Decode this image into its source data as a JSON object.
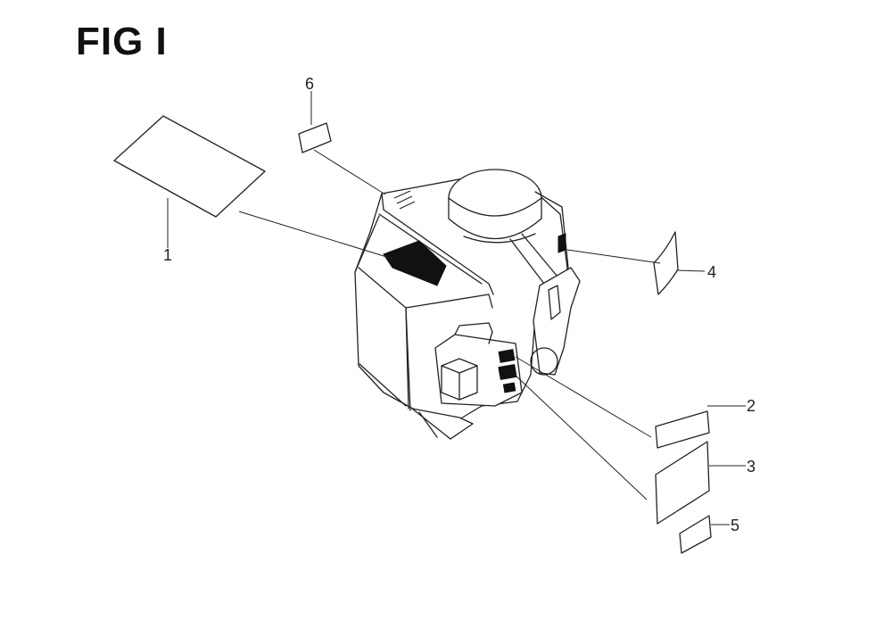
{
  "figure": {
    "title": "FIG I"
  },
  "callouts": {
    "c1": "1",
    "c2": "2",
    "c3": "3",
    "c4": "4",
    "c5": "5",
    "c6": "6"
  }
}
